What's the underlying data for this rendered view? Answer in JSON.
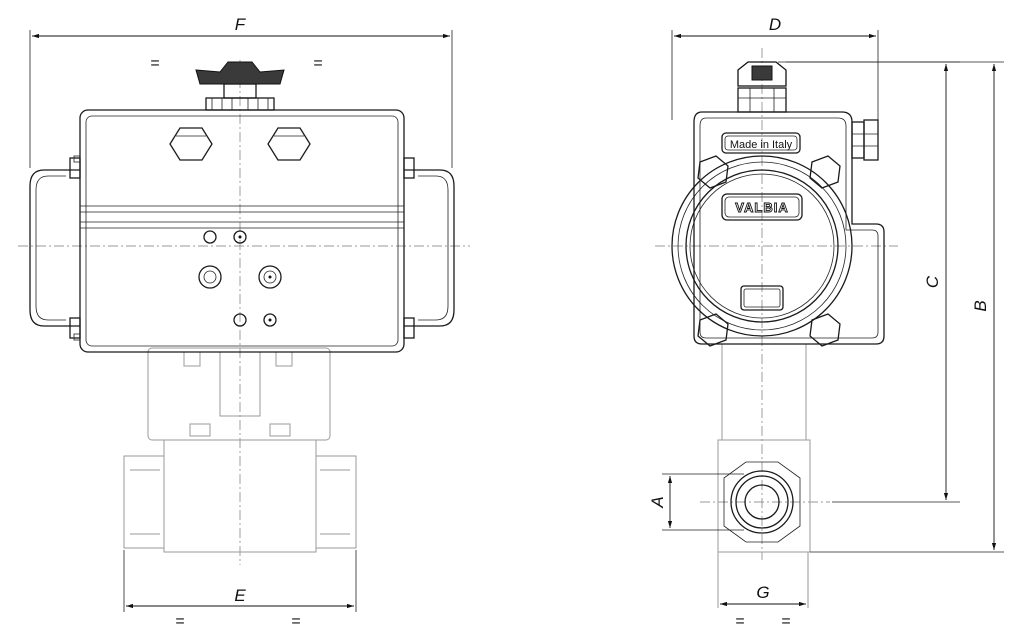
{
  "dimensions": {
    "F": "F",
    "E": "E",
    "D": "D",
    "C": "C",
    "B": "B",
    "A": "A",
    "G": "G"
  },
  "symmetry": "=",
  "plate_text": "Made in Italy",
  "brand_text": "VALBIA"
}
